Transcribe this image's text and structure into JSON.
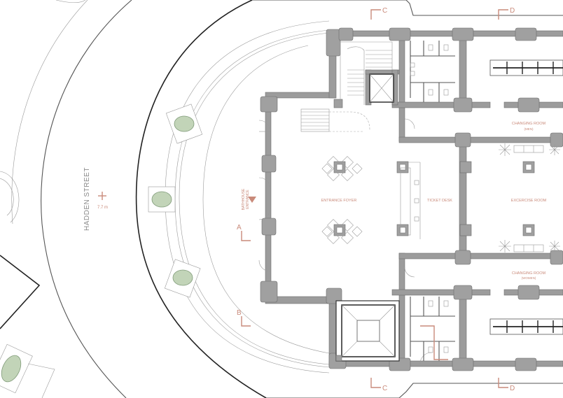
{
  "street": {
    "name": "HADDEN STREET",
    "width_label": "7.7 m"
  },
  "entrance": {
    "line1": "BATHHOUSE",
    "line2": "ENTRANCE"
  },
  "rooms": {
    "foyer": "ENTRANCE FOYER",
    "ticket": "TICKET DESK",
    "exercise": "EXCERCISE ROOM",
    "changing_men": {
      "title": "CHANGING ROOM",
      "sub": "(MEN)"
    },
    "changing_women": {
      "title": "CHANGING ROOM",
      "sub": "(WOMEN)"
    }
  },
  "section_markers": {
    "a": "A",
    "b": "B",
    "c": "C",
    "d": "D"
  },
  "colors": {
    "wall": "#9c9c9c",
    "label": "#c98a7a",
    "plant": "#c2d4b8"
  }
}
